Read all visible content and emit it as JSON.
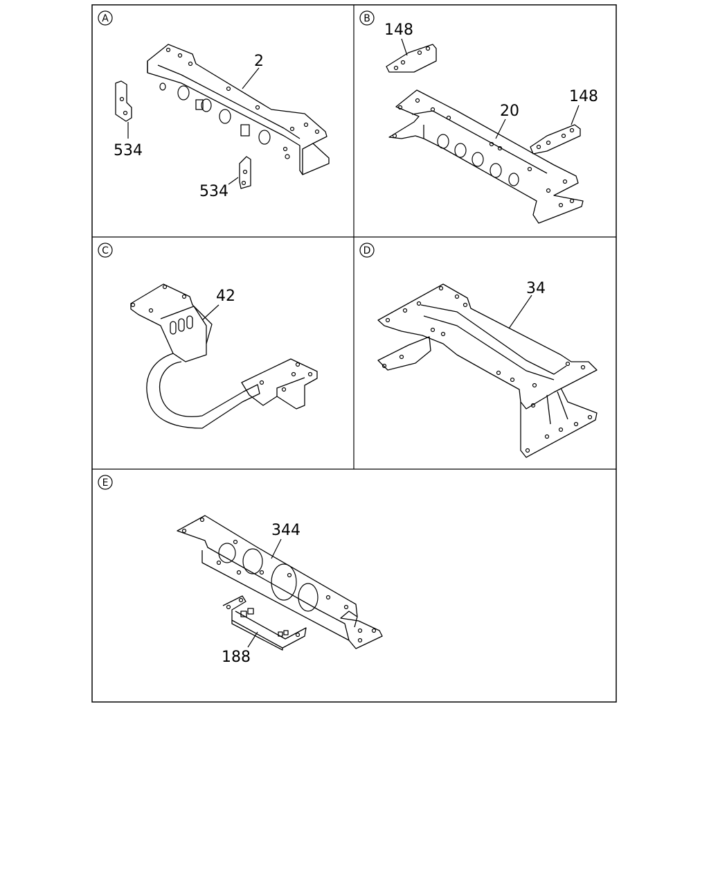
{
  "panels": [
    {
      "letter": "A",
      "parts": [
        {
          "number": "2"
        },
        {
          "number": "534"
        },
        {
          "number": "534"
        }
      ]
    },
    {
      "letter": "B",
      "parts": [
        {
          "number": "148"
        },
        {
          "number": "20"
        },
        {
          "number": "148"
        }
      ]
    },
    {
      "letter": "C",
      "parts": [
        {
          "number": "42"
        }
      ]
    },
    {
      "letter": "D",
      "parts": [
        {
          "number": "34"
        }
      ]
    },
    {
      "letter": "E",
      "parts": [
        {
          "number": "344"
        },
        {
          "number": "188"
        }
      ]
    }
  ],
  "colors": {
    "line": "#000000",
    "background": "#ffffff"
  }
}
